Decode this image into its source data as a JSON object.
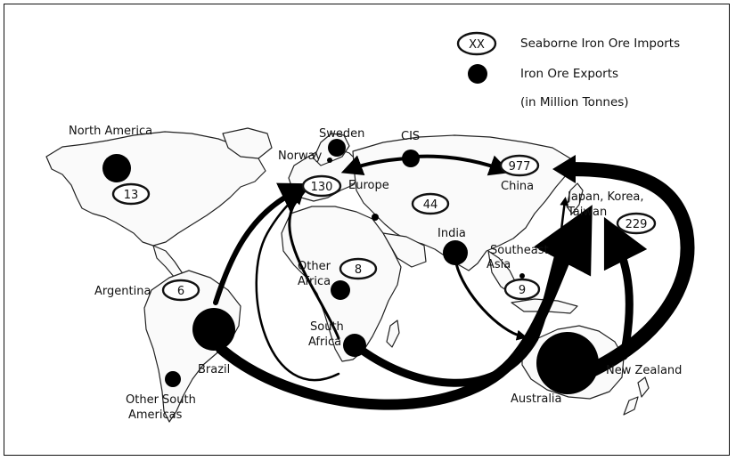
{
  "legend": {
    "symbol_text": "XX",
    "imports_label": "Seaborne Iron Ore Imports",
    "exports_label": "Iron Ore Exports",
    "units": "(in Million Tonnes)"
  },
  "regions": {
    "north_america": "North America",
    "sweden": "Sweden",
    "norway": "Norway",
    "cis": "CIS",
    "europe": "Europe",
    "china": "China",
    "japan_line1": "Japan, Korea,",
    "japan_line2": "Taiwan",
    "india": "India",
    "southeast_line1": "Southeast",
    "southeast_line2": "Asia",
    "other_africa_line1": "Other",
    "other_africa_line2": "Africa",
    "argentina": "Argentina",
    "south_africa_line1": "South",
    "south_africa_line2": "Africa",
    "brazil": "Brazil",
    "other_sa_line1": "Other South",
    "other_sa_line2": "Americas",
    "australia": "Australia",
    "new_zealand": "New Zealand"
  },
  "imports": {
    "north_america": "13",
    "europe": "130",
    "china": "977",
    "cis": "44",
    "japan_korea_taiwan": "229",
    "other_africa": "8",
    "argentina": "6",
    "southeast_asia": "9"
  }
}
